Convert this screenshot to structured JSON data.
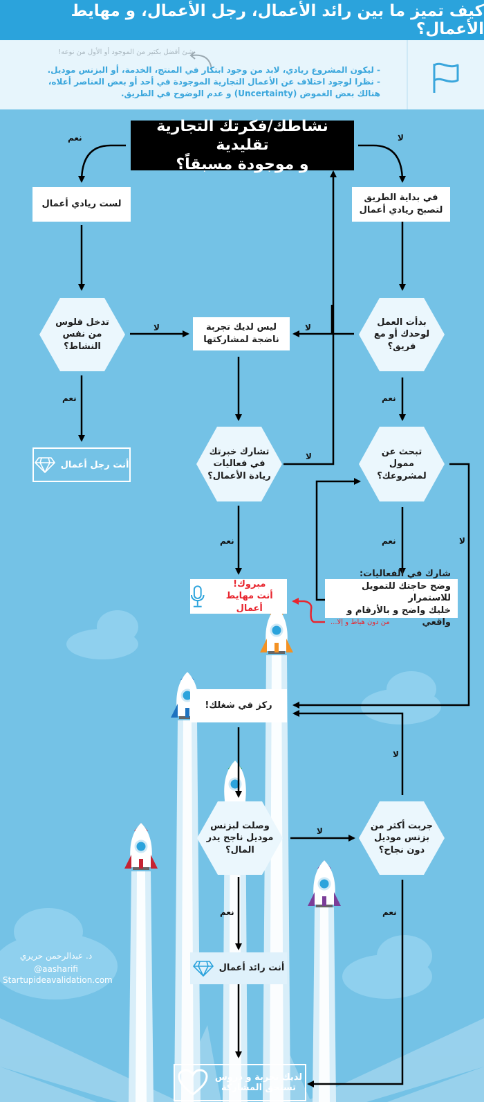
{
  "header": {
    "title": "كيف تميز ما بين رائد الأعمال، رجل الأعمال، و مهايط الأعمال؟"
  },
  "notes": {
    "aside": "شئ أفضل بكثير من الموجود أو الأول من نوعه!",
    "line1": "- ليكون المشروع ريادي، لابد من وجود ابتكار في المنتج، الخدمة، أو البزنس موديل.",
    "line2": "- نظرا لوجود اختلاف عن الأعمال التجارية الموجودة في أحد أو بعض العناصر أعلاه،",
    "line3": "هنالك بعض الغموض (Uncertainty) و عدم الوضوح في الطريق.",
    "flag_icon": "flag-icon"
  },
  "flow": {
    "q_main_1": "نشاطك/فكرتك التجارية تقليدية",
    "q_main_2": "و موجودة مسبقاً؟",
    "not_entrepreneur": "لست ريادي أعمال",
    "path_start": "في بداية الطريق لتصبح ريادي أعمال",
    "q_income": "تدخل فلوس من نفس النشاط؟",
    "no_experience": "ليس لديك تجربة ناضجة لمشاركتها",
    "q_team": "بدأت العمل لوحدك أو مع فريق؟",
    "businessman": "أنت رجل أعمال",
    "q_share": "تشارك خبرتك في فعاليات ريادة الأعمال؟",
    "q_funding": "تبحث عن ممول لمشروعك؟",
    "congrats": "مبروك!",
    "hyper": "أنت مهايط أعمال",
    "events_1": "شارك في الفعاليات:",
    "events_2": "وضح حاجتك للتمويل للاستمرار",
    "events_3": "خليك واضح و بالأرقام و واقعي",
    "no_hype": "من دون هياط و إلا...",
    "focus": "ركز في شغلك!",
    "q_model": "وصلت لبزنس موديل ناجح يدر المال؟",
    "q_tried": "جربت أكثر من بزنس موديل دون نجاح؟",
    "founder": "أنت رائد أعمال",
    "lessons_1": "لديك تجربة و دروس",
    "lessons_2": "تستحق المشاركة"
  },
  "labels": {
    "yes": "نعم",
    "no": "لا"
  },
  "credit": {
    "name": "د. عبدالرحمن حريري",
    "handle": "@aasharifi",
    "site": "Startupideavalidation.com"
  },
  "colors": {
    "header": "#2ba3dc",
    "background": "#74c2e6",
    "note_text": "#3aa6dc",
    "red": "#e8252e",
    "rocket_orange": "#f39123",
    "rocket_blue": "#1e73c0",
    "rocket_green": "#1f9a4b",
    "rocket_red": "#c52332",
    "rocket_purple": "#7b3d98"
  }
}
